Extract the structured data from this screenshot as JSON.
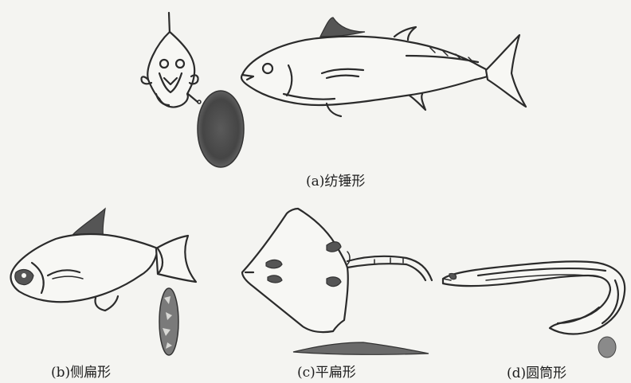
{
  "captions": {
    "a": "(a)纺锤形",
    "b": "(b)侧扁形",
    "c": "(c)平扁形",
    "d": "(d)圆筒形"
  },
  "colors": {
    "background": "#f4f4f1",
    "line": "#2b2b2b",
    "shading": "#555555"
  }
}
